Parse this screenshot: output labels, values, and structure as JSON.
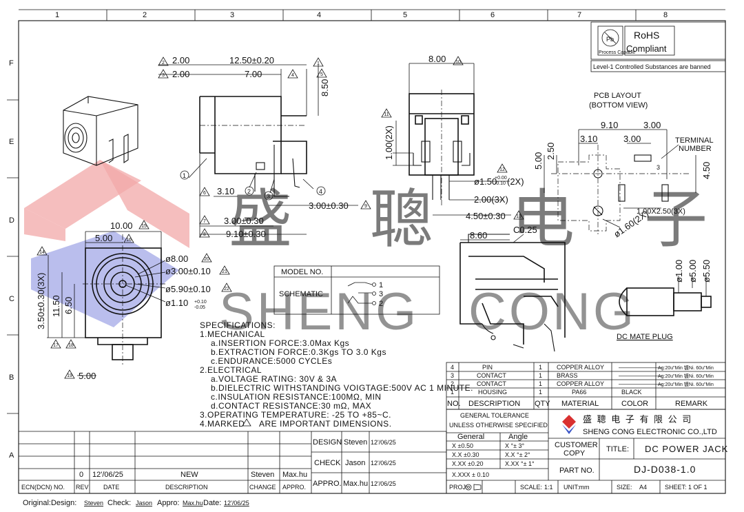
{
  "grid": {
    "columns": [
      "1",
      "2",
      "3",
      "4",
      "5",
      "6",
      "7",
      "8"
    ],
    "rows": [
      "F",
      "E",
      "D",
      "C",
      "B",
      "A"
    ]
  },
  "compliance": {
    "logo_text": "Pb",
    "logo_caption": "Process Capable",
    "rohs": "RoHS",
    "compliant": "Compliant",
    "level_note": "Level-1 Controlled Substances are banned"
  },
  "watermark": {
    "chinese": [
      "盛",
      "聰",
      "电",
      "子"
    ],
    "english_left": "SHENG",
    "english_right": "CONG"
  },
  "views": {
    "pcb_layout_title": "PCB LAYOUT",
    "pcb_layout_sub": "(BOTTOM VIEW)",
    "terminal_number": [
      "TERMINAL",
      "NUMBER"
    ],
    "mate_plug": "DC MATE PLUG"
  },
  "dimensions": {
    "side": [
      "2.00",
      "2.00",
      "12.50±0.20",
      "7.00",
      "8.50",
      "3.10",
      "3.00±0.30",
      "3.00±0.30",
      "9.10±0.30"
    ],
    "front": [
      "10.00",
      "5.00",
      "8.00",
      "3.00±0.10",
      "5.90±0.10",
      "1.10",
      "+0.10",
      "-0.05",
      "3.50±0.30(3X)",
      "11.50",
      "6.50",
      "5.00"
    ],
    "top": [
      "8.00",
      "1.00(2X)",
      "1.50",
      "+0.00",
      "-0.10",
      "(2X)",
      "2.00(3X)",
      "4.50±0.30"
    ],
    "pcb": [
      "9.10",
      "3.00",
      "3.10",
      "3.00",
      "5.00",
      "2.50",
      "4.50",
      "1.00X2.50(3X)",
      "1.60(2X)",
      "3"
    ],
    "section": [
      "8.60",
      "C0.25"
    ],
    "plug": [
      "1.00",
      "5.00",
      "5.50"
    ]
  },
  "callouts": [
    "1",
    "2",
    "3",
    "4"
  ],
  "markers": [
    "1",
    "2",
    "3",
    "4",
    "5",
    "6",
    "7",
    "8",
    "9",
    "10",
    "11",
    "12",
    "13",
    "14",
    "15",
    "16",
    "17",
    "18",
    "19",
    "20",
    "21",
    "22"
  ],
  "schematic": {
    "model_label": "MODEL NO.",
    "schematic_label": "SCHEMATIC",
    "pins": [
      "1",
      "3",
      "2"
    ]
  },
  "specifications": {
    "title": "SPECIFICATIONS:",
    "lines": [
      "1.MECHANICAL",
      "a.INSERTION   FORCE:3.0Max Kgs",
      "b.EXTRACTION   FORCE:0.3Kgs  TO  3.0  Kgs",
      "c.ENDURANCE:5000  CYCLEs",
      "2.ELECTRICAL",
      "a.VOLTAGE  RATING:  30V  &  3A",
      "b.DIELECTRIC  WITHSTANDING VOIGTAGE:500V  AC  1  MINUTE.",
      "c.INSULATION  RESISTANCE:100MΩ,  MIN",
      "d.CONTACT  RESISTANCE:30  mΩ,  MAX",
      "3.OPERATING  TEMPERATURE:  -25  TO  +85~C.",
      "4.MARKED",
      "ARE  IMPORTANT  DIMENSIONS."
    ]
  },
  "bom": {
    "headers": [
      "NO.",
      "DESCRIPTION",
      "QTY",
      "MATERIAL",
      "COLOR",
      "REMARK"
    ],
    "rows": [
      {
        "no": "4",
        "desc": "PIN",
        "qty": "1",
        "material": "COPPER ALLOY",
        "color": "———————",
        "remark": "Ag:20u\"Min  镀Ni. 60u\"Min"
      },
      {
        "no": "3",
        "desc": "CONTACT",
        "qty": "1",
        "material": "BRASS",
        "color": "———————",
        "remark": "Ag:20u\"Min  镀Ni. 60u\"Min"
      },
      {
        "no": "2",
        "desc": "CONTACT",
        "qty": "1",
        "material": "COPPER ALLOY",
        "color": "———————",
        "remark": "Ag:20u\"Min  镀Ni. 60u\"Min"
      },
      {
        "no": "1",
        "desc": "HOUSING",
        "qty": "1",
        "material": "PA66",
        "color": "BLACK",
        "remark": ""
      }
    ]
  },
  "tolerance": {
    "title1": "GENERAL TOLERANCE",
    "title2": "UNLESS OTHERWISE SPECIFIED",
    "col1": "General",
    "col2": "Angle",
    "rows": [
      [
        "X   ±0.50",
        "X  °±  3°"
      ],
      [
        "X.X  ±0.30",
        "X.X °±  2°"
      ],
      [
        "X.XX  ±0.20",
        "X.XX °±  1°"
      ],
      [
        "X.XXX  ± 0.10",
        ""
      ]
    ]
  },
  "company": {
    "name_cn": "盛 聰 电 子 有 限 公 司",
    "name_en": "SHENG CONG ELECTRONIC CO.,LTD",
    "customer_copy": [
      "CUSTOMER",
      "COPY"
    ],
    "title_label": "TITLE:",
    "title_value": "DC POWER JACK",
    "part_label": "PART NO.",
    "part_value": "DJ-D038-1.0"
  },
  "footer_fields": {
    "proj": "PROJ:",
    "scale_label": "SCALE:",
    "scale_value": "1:1",
    "unit": "UNIT:mm",
    "size_label": "SIZE:",
    "size_value": "A4",
    "sheet": "SHEET: 1  OF  1"
  },
  "approvals": {
    "rows": [
      {
        "label": "DESIGN",
        "name": "Steven",
        "date": "12'/06/25"
      },
      {
        "label": "CHECK",
        "name": "Jason",
        "date": "12'/06/25"
      },
      {
        "label": "APPRO.",
        "name": "Max.hu",
        "date": "12'/06/25"
      }
    ]
  },
  "revision": {
    "row": {
      "rev": "0",
      "date": "12'/06/25",
      "desc": "NEW",
      "change": "Steven",
      "appro": "Max.hu"
    },
    "headers": [
      "ECN(DCN) NO.",
      "REV",
      "DATE",
      "DESCRIPTION",
      "CHANGE",
      "APPRO."
    ]
  },
  "original": {
    "prefix": "Original:Design:",
    "design": "Steven",
    "check_label": "Check:",
    "check": "Jason",
    "appro_label": "Appro:",
    "appro": "Max.hu",
    "date_label": "Date:",
    "date": "12'/06/25"
  }
}
